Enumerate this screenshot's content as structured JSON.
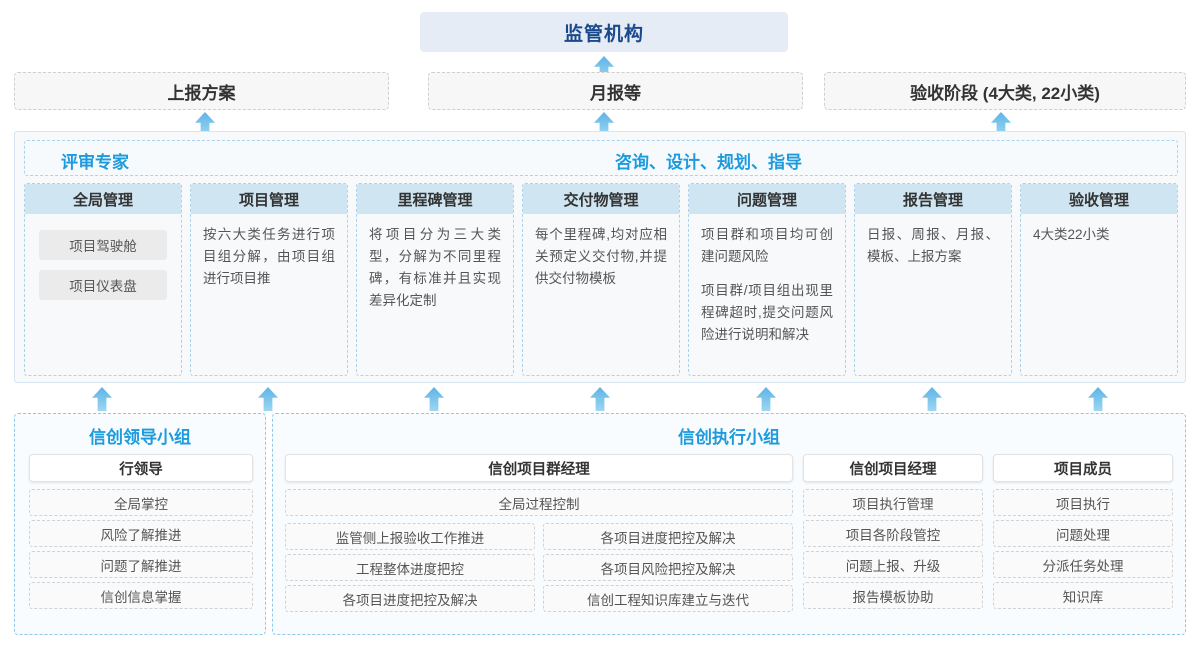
{
  "top": {
    "regulator": "监管机构",
    "reports": [
      "上报方案",
      "月报等",
      "验收阶段 (4大类, 22小类)"
    ]
  },
  "middle": {
    "left_label": "评审专家",
    "center_label": "咨询、设计、规划、指导",
    "columns": [
      {
        "title": "全局管理",
        "pills": [
          "项目驾驶舱",
          "项目仪表盘"
        ],
        "paragraphs": []
      },
      {
        "title": "项目管理",
        "pills": [],
        "paragraphs": [
          "按六大类任务进行项目组分解，由项目组进行项目推"
        ]
      },
      {
        "title": "里程碑管理",
        "pills": [],
        "paragraphs": [
          "将项目分为三大类型，分解为不同里程碑，有标准并且实现差异化定制"
        ]
      },
      {
        "title": "交付物管理",
        "pills": [],
        "paragraphs": [
          "每个里程碑,均对应相关预定义交付物,并提供交付物模板"
        ]
      },
      {
        "title": "问题管理",
        "pills": [],
        "paragraphs": [
          "项目群和项目均可创建问题风险",
          "项目群/项目组出现里程碑超时,提交问题风险进行说明和解决"
        ]
      },
      {
        "title": "报告管理",
        "pills": [],
        "paragraphs": [
          "日报、周报、月报、模板、上报方案"
        ]
      },
      {
        "title": "验收管理",
        "pills": [],
        "paragraphs": [
          "4大类22小类"
        ]
      }
    ]
  },
  "bottom": {
    "leading_group": {
      "title": "信创领导小组",
      "role": "行领导",
      "tasks": [
        "全局掌控",
        "风险了解推进",
        "问题了解推进",
        "信创信息掌握"
      ]
    },
    "exec_group": {
      "title": "信创执行小组",
      "program_manager": {
        "role": "信创项目群经理",
        "full_width_task": "全局过程控制",
        "left_tasks": [
          "监管侧上报验收工作推进",
          "工程整体进度把控",
          "各项目进度把控及解决"
        ],
        "right_tasks": [
          "各项目进度把控及解决",
          "各项目风险把控及解决",
          "信创工程知识库建立与迭代"
        ]
      },
      "project_manager": {
        "role": "信创项目经理",
        "tasks": [
          "项目执行管理",
          "项目各阶段管控",
          "问题上报、升级",
          "报告模板协助"
        ]
      },
      "member": {
        "role": "项目成员",
        "tasks": [
          "项目执行",
          "问题处理",
          "分派任务处理",
          "知识库"
        ]
      }
    }
  },
  "colors": {
    "accent_blue": "#1d9bdd",
    "title_blue": "#1b4a8c",
    "banner_bg": "#e6ecf6",
    "col_head_bg": "#cfe5f2",
    "arrow_top": "#5cb4e6",
    "arrow_bottom": "#9ed6f2"
  }
}
